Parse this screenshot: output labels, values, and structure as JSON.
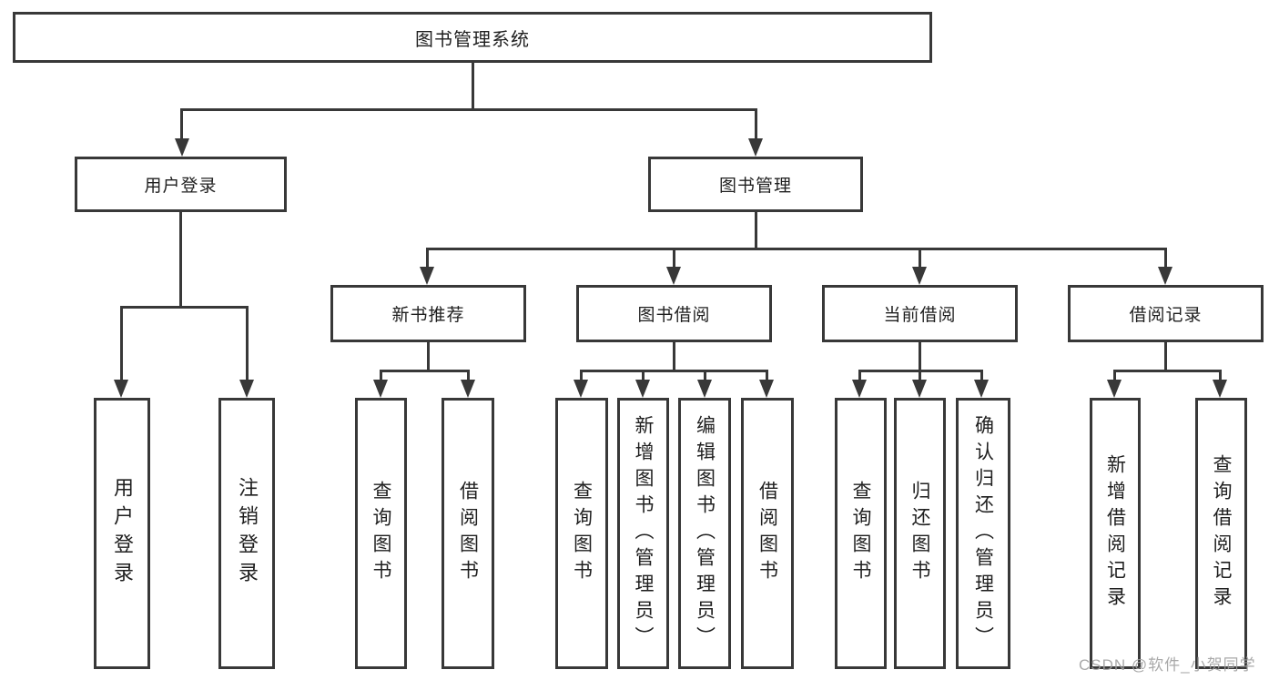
{
  "tree": {
    "root": "图书管理系统",
    "level2": [
      {
        "label": "用户登录",
        "children": [
          {
            "label": "用户登录"
          },
          {
            "label": "注销登录"
          }
        ]
      },
      {
        "label": "图书管理",
        "children": [
          {
            "label": "新书推荐",
            "children": [
              {
                "label": "查询图书"
              },
              {
                "label": "借阅图书"
              }
            ]
          },
          {
            "label": "图书借阅",
            "children": [
              {
                "label": "查询图书"
              },
              {
                "label": "新增图书（管理员）"
              },
              {
                "label": "编辑图书（管理员）"
              },
              {
                "label": "借阅图书"
              }
            ]
          },
          {
            "label": "当前借阅",
            "children": [
              {
                "label": "查询图书"
              },
              {
                "label": "归还图书"
              },
              {
                "label": "确认归还（管理员）"
              }
            ]
          },
          {
            "label": "借阅记录",
            "children": [
              {
                "label": "新增借阅记录"
              },
              {
                "label": "查询借阅记录"
              }
            ]
          }
        ]
      }
    ]
  },
  "watermark": "CSDN @软件_小贺同学",
  "colors": {
    "line": "#383838",
    "text": "#1f1f1f",
    "box_background": "#ffffff",
    "page_background": "#ffffff",
    "watermark": "#a0a0a0"
  }
}
